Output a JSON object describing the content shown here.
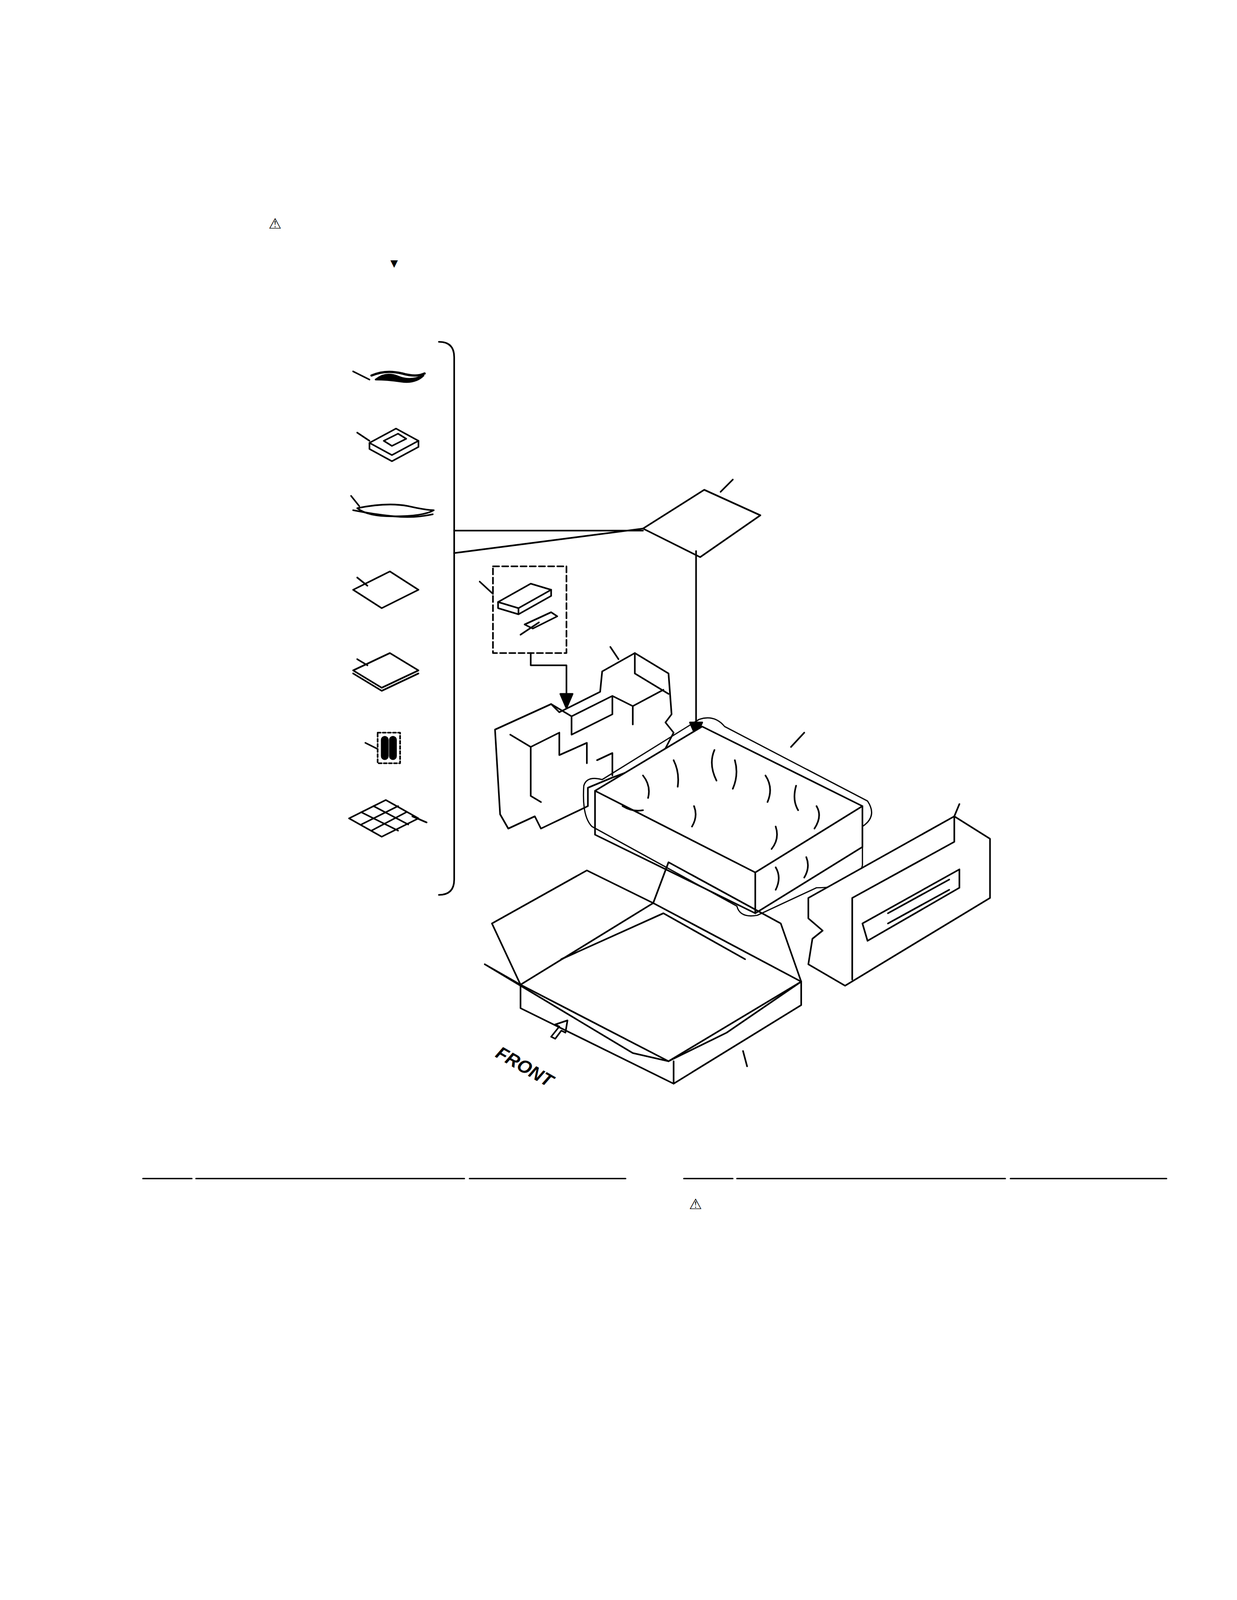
{
  "diagram": {
    "labels": [
      "⚠",
      "▼",
      "FRONT",
      "⚠"
    ]
  }
}
